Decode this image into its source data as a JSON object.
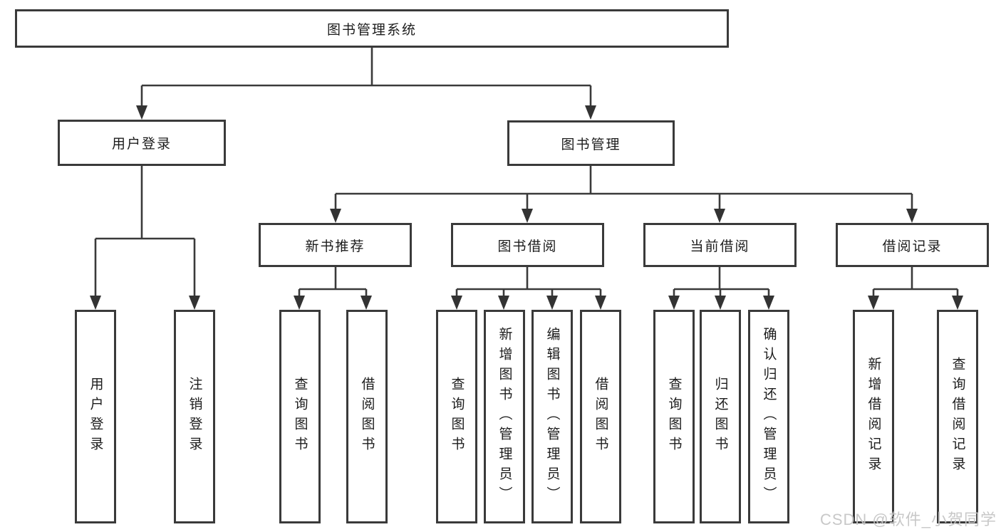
{
  "tree": {
    "label": "图书管理系统",
    "children": [
      {
        "label": "用户登录",
        "children": [
          {
            "label": "用户登录"
          },
          {
            "label": "注销登录"
          }
        ]
      },
      {
        "label": "图书管理",
        "children": [
          {
            "label": "新书推荐",
            "children": [
              {
                "label": "查询图书"
              },
              {
                "label": "借阅图书"
              }
            ]
          },
          {
            "label": "图书借阅",
            "children": [
              {
                "label": "查询图书"
              },
              {
                "label": "新增图书（管理员）"
              },
              {
                "label": "编辑图书（管理员）"
              },
              {
                "label": "借阅图书"
              }
            ]
          },
          {
            "label": "当前借阅",
            "children": [
              {
                "label": "查询图书"
              },
              {
                "label": "归还图书"
              },
              {
                "label": "确认归还（管理员）"
              }
            ]
          },
          {
            "label": "借阅记录",
            "children": [
              {
                "label": "新增借阅记录"
              },
              {
                "label": "查询借阅记录"
              }
            ]
          }
        ]
      }
    ]
  },
  "watermark": "CSDN @软件_小贺同学",
  "colors": {
    "line": "#3a3a3a",
    "text": "#1c1c1c",
    "background": "#ffffff",
    "watermark": "#c5c5c5"
  }
}
